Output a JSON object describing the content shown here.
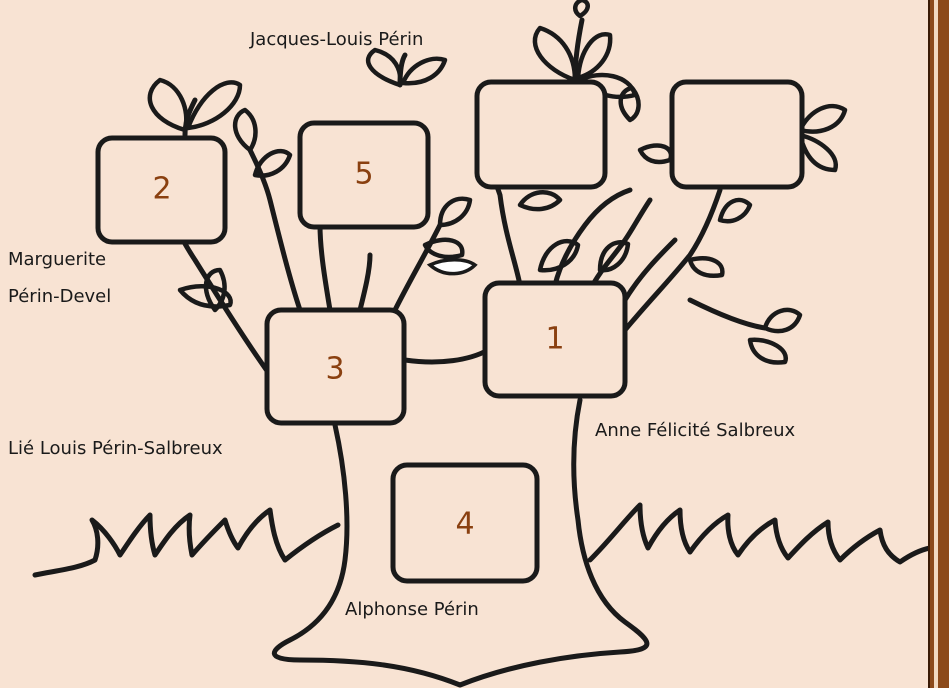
{
  "background_color": "#f8e3d3",
  "frame_border_color": "#8c4a1a",
  "number_color": "#8a4010",
  "frames": [
    {
      "id": "frame-2",
      "number": "2"
    },
    {
      "id": "frame-5",
      "number": "5"
    },
    {
      "id": "frame-3",
      "number": "3"
    },
    {
      "id": "frame-1",
      "number": "1"
    },
    {
      "id": "frame-4",
      "number": "4"
    },
    {
      "id": "frame-empty-left",
      "number": ""
    },
    {
      "id": "frame-empty-right",
      "number": ""
    }
  ],
  "people": {
    "jacques_louis": "Jacques-Louis Périn",
    "marguerite_line1": "Marguerite",
    "marguerite_line2": "Périn-Devel",
    "lie_louis": "Lié Louis Périn-Salbreux",
    "anne_felicite": "Anne Félicité Salbreux",
    "alphonse": "Alphonse Périn"
  }
}
